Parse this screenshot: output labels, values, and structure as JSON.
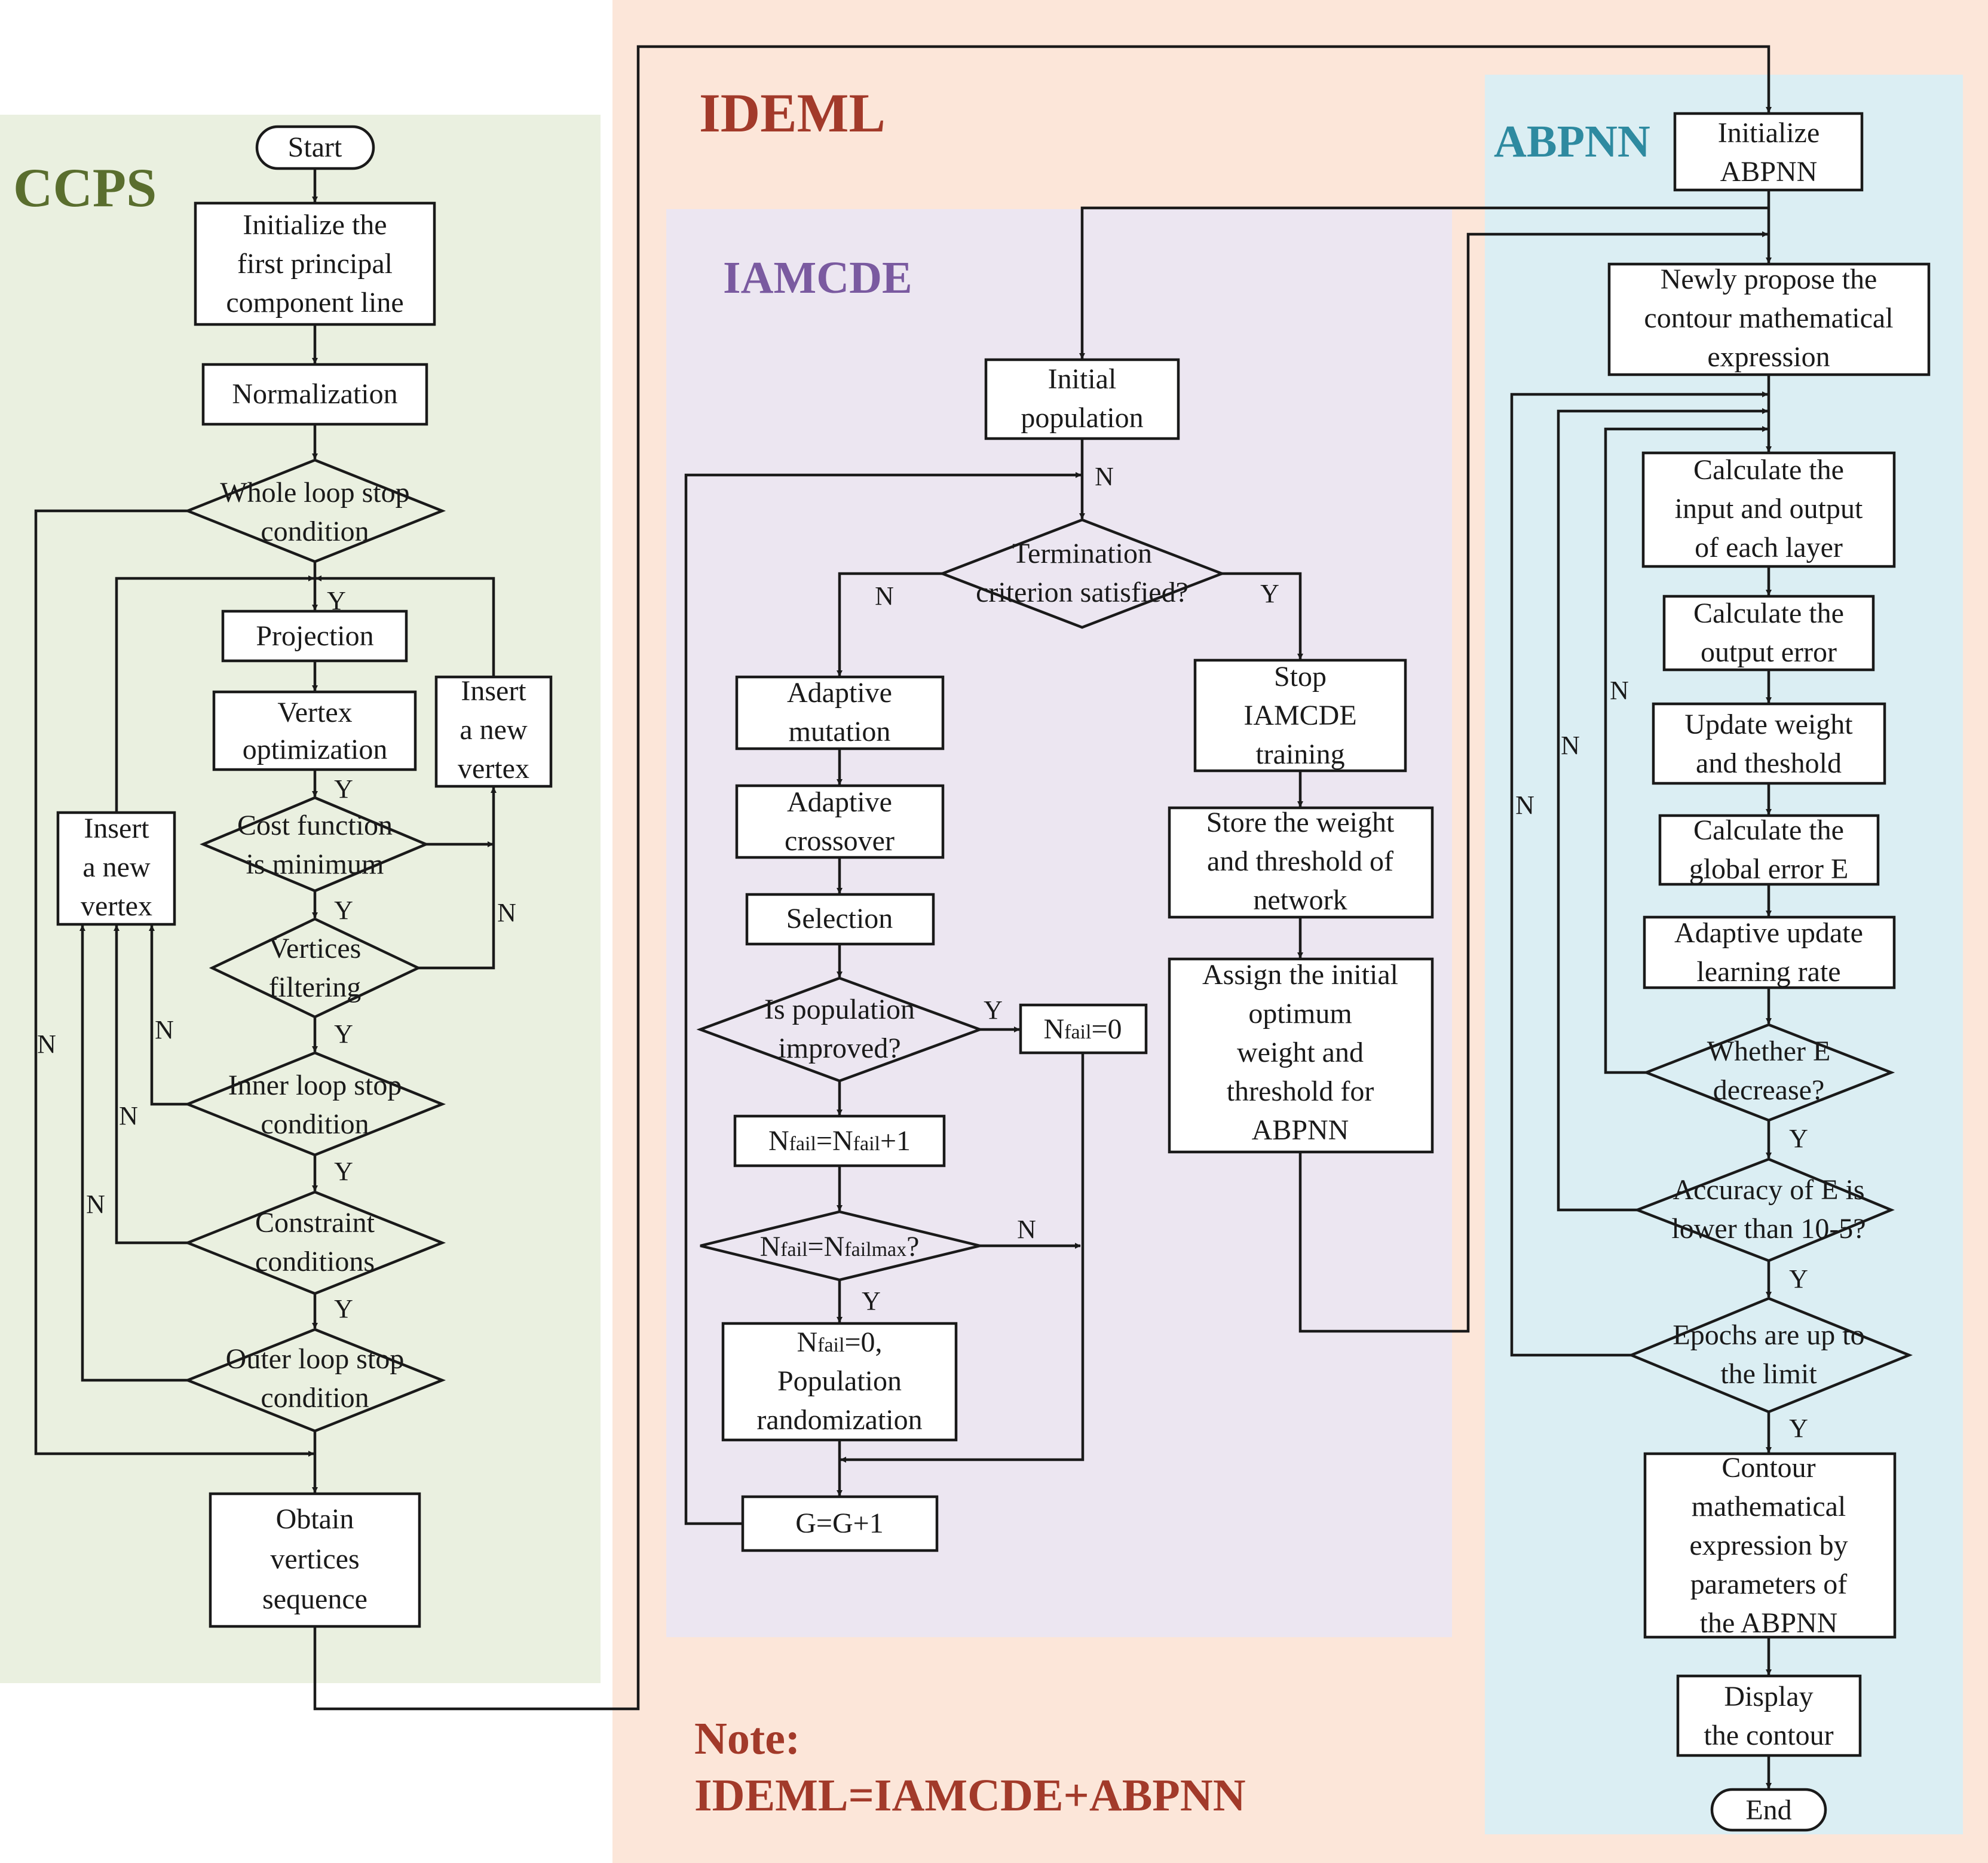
{
  "regions": {
    "ccps": {
      "title": "CCPS",
      "color": "#5a6e2e",
      "bg": "#eaf0e0"
    },
    "ideml": {
      "title": "IDEML",
      "color": "#a23a2a",
      "bg": "#fce6d9"
    },
    "iamcde": {
      "title": "IAMCDE",
      "color": "#7a5aa0",
      "bg": "#ece6f1"
    },
    "abpnn": {
      "title": "ABPNN",
      "color": "#2e8aa0",
      "bg": "#dbeef3"
    }
  },
  "note": {
    "line1": "Note:",
    "line2": "IDEML=IAMCDE+ABPNN"
  },
  "ccps": {
    "start": "Start",
    "init_pc": [
      "Initialize the",
      "first principal",
      "component line"
    ],
    "normalization": "Normalization",
    "whole_loop": [
      "Whole loop stop",
      "condition"
    ],
    "projection": "Projection",
    "vertex_opt": [
      "Vertex",
      "optimization"
    ],
    "cost_min": [
      "Cost function",
      "is minimum"
    ],
    "vertices_filter": [
      "Vertices",
      "filtering"
    ],
    "insert_right": [
      "Insert",
      "a new",
      "vertex"
    ],
    "insert_left": [
      "Insert",
      "a new",
      "vertex"
    ],
    "inner_loop": [
      "Inner loop stop",
      "condition"
    ],
    "constraint": [
      "Constraint",
      "conditions"
    ],
    "outer_loop": [
      "Outer loop stop",
      "condition"
    ],
    "obtain": [
      "Obtain",
      "vertices",
      "sequence"
    ]
  },
  "iamcde": {
    "init_pop": [
      "Initial",
      "population"
    ],
    "termination": [
      "Termination",
      "criterion satisfied?"
    ],
    "mutation": [
      "Adaptive",
      "mutation"
    ],
    "crossover": [
      "Adaptive",
      "crossover"
    ],
    "selection": "Selection",
    "improved": [
      "Is population",
      "improved?"
    ],
    "nfail_zero": {
      "n": "N",
      "sub": "fail",
      "rest": "=0"
    },
    "nfail_inc": {
      "n": "N",
      "sub": "fail",
      "mid": "=N",
      "sub2": "fail",
      "rest": "+1"
    },
    "nfail_max": {
      "n": "N",
      "sub": "fail",
      "mid": "=N",
      "sub2": "failmax",
      "rest": "?"
    },
    "randomize": {
      "n": "N",
      "sub": "fail",
      "rest": "=0,",
      "l2": "Population",
      "l3": "randomization"
    },
    "g_inc": "G=G+1",
    "stop": [
      "Stop",
      "IAMCDE",
      "training"
    ],
    "store": [
      "Store the weight",
      "and threshold of",
      "network"
    ],
    "assign": [
      "Assign the initial",
      "optimum",
      "weight and",
      "threshold for",
      "ABPNN"
    ]
  },
  "abpnn": {
    "init": [
      "Initialize",
      "ABPNN"
    ],
    "propose": [
      "Newly propose the",
      "contour mathematical",
      "expression"
    ],
    "calc_io": [
      "Calculate the",
      "input and output",
      "of each layer"
    ],
    "calc_err": [
      "Calculate the",
      "output error"
    ],
    "update": [
      "Update weight",
      "and theshold"
    ],
    "global_err": [
      "Calculate the",
      "global error E"
    ],
    "adaptive_lr": [
      "Adaptive update",
      "learning rate"
    ],
    "e_decrease": [
      "Whether E",
      "decrease?"
    ],
    "accuracy": [
      "Accuracy of E is",
      "lower than 10-5?"
    ],
    "epochs": [
      "Epochs are up to",
      "the limit"
    ],
    "contour_expr": [
      "Contour",
      "mathematical",
      "expression by",
      "parameters of",
      "the ABPNN"
    ],
    "display": [
      "Display",
      "the contour"
    ],
    "end": "End"
  },
  "labels": {
    "yes": "Y",
    "no": "N"
  }
}
